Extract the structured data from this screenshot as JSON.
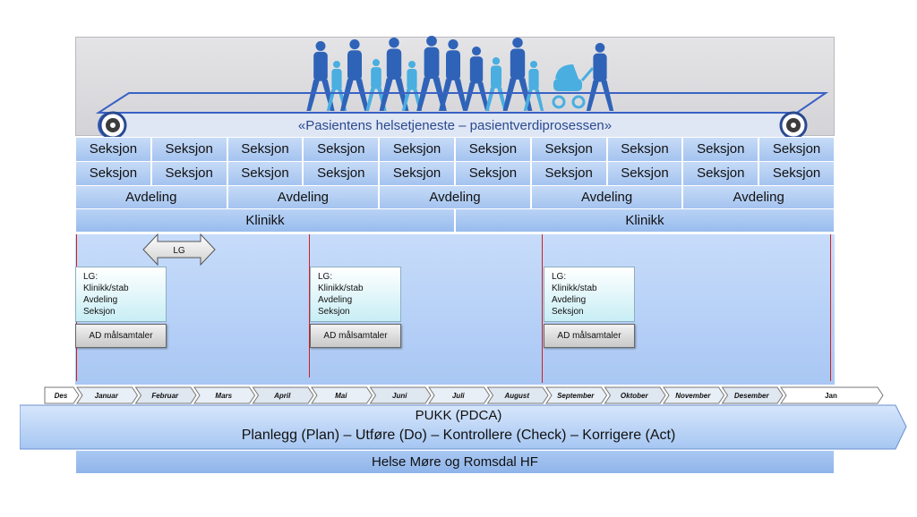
{
  "tagline": "«Pasientens helsetjeneste – pasientverdiprosessen»",
  "seksjon_row1": [
    "Seksjon",
    "Seksjon",
    "Seksjon",
    "Seksjon",
    "Seksjon",
    "Seksjon",
    "Seksjon",
    "Seksjon",
    "Seksjon",
    "Seksjon"
  ],
  "seksjon_row2": [
    "Seksjon",
    "Seksjon",
    "Seksjon",
    "Seksjon",
    "Seksjon",
    "Seksjon",
    "Seksjon",
    "Seksjon",
    "Seksjon",
    "Seksjon"
  ],
  "avdeling_row": [
    "Avdeling",
    "Avdeling",
    "Avdeling",
    "Avdeling",
    "Avdeling"
  ],
  "klinikk_row": [
    "Klinikk",
    "Klinikk"
  ],
  "lg_arrow_label": "LG",
  "lg_boxes": [
    {
      "lines": [
        "LG:",
        "Klinikk/stab",
        "Avdeling",
        "Seksjon"
      ],
      "ad": "AD målsamtaler"
    },
    {
      "lines": [
        "LG:",
        "Klinikk/stab",
        "Avdeling",
        "Seksjon"
      ],
      "ad": "AD målsamtaler"
    },
    {
      "lines": [
        "LG:",
        "Klinikk/stab",
        "Avdeling",
        "Seksjon"
      ],
      "ad": "AD målsamtaler"
    }
  ],
  "months": [
    "Des",
    "Januar",
    "Februar",
    "Mars",
    "April",
    "Mai",
    "Juni",
    "Juli",
    "August",
    "September",
    "Oktober",
    "November",
    "Desember",
    "Jan"
  ],
  "pukk": {
    "title": "PUKK (PDCA)",
    "subtitle": "Planlegg (Plan) – Utføre (Do) – Kontrollere (Check) – Korrigere (Act)"
  },
  "footer": "Helse Møre og Romsdal HF",
  "colors": {
    "people_dark": "#2f63b8",
    "people_light": "#4aaee0",
    "belt": "#3a62c4",
    "redline": "#d02020"
  }
}
